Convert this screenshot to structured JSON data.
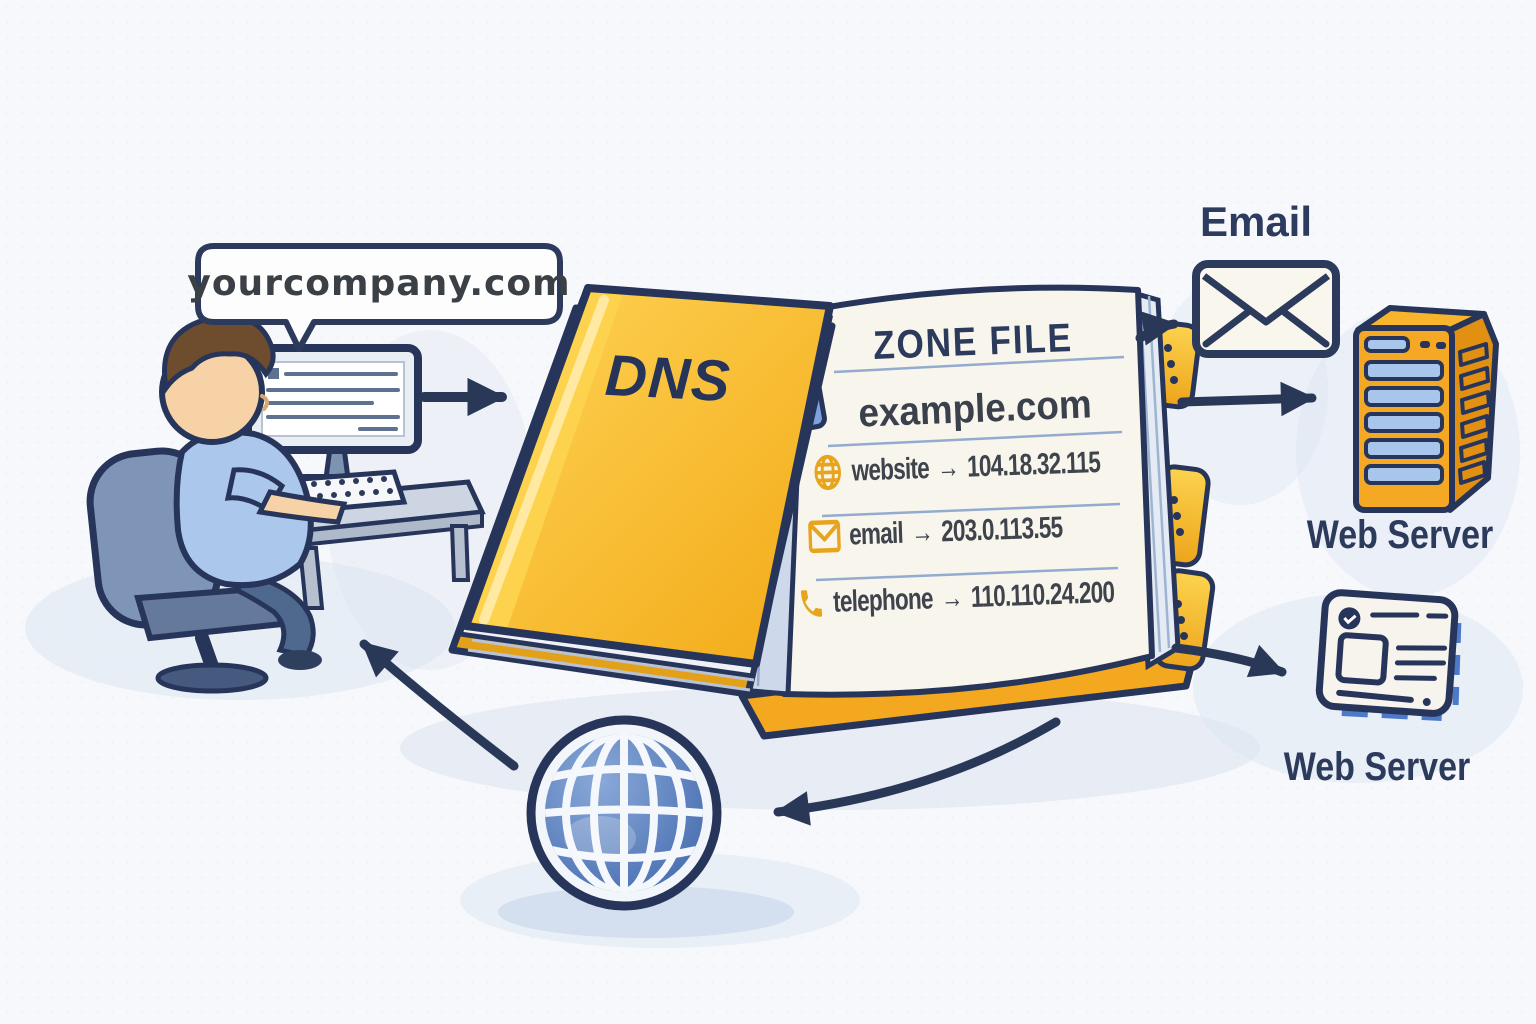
{
  "scene": {
    "speech_bubble": {
      "text": "yourcompany.com"
    },
    "book": {
      "cover_title": "DNS"
    },
    "zone_file": {
      "title": "ZONE FILE",
      "domain": "example.com",
      "records": [
        {
          "icon": "globe-record-icon",
          "label": "website",
          "arrow": "→",
          "value": "104.18.32.115"
        },
        {
          "icon": "envelope-record-icon",
          "label": "email",
          "arrow": "→",
          "value": "203.0.113.55"
        },
        {
          "icon": "phone-record-icon",
          "label": "telephone",
          "arrow": "→",
          "value": "110.110.24.200"
        }
      ]
    },
    "labels": {
      "email": "Email",
      "web_server_right": "Web Server",
      "web_server_bottom": "Web Server"
    },
    "colors": {
      "outline_navy": "#2b3a5a",
      "book_gold": "#f6b322",
      "page_cream": "#f8f5ed",
      "record_icon_yellow": "#e7a41d",
      "globe_blue": "#4a72b4",
      "server_orange": "#f5a823",
      "watercolor_blue": "#dce5f2",
      "background": "#f7f8fb"
    }
  }
}
